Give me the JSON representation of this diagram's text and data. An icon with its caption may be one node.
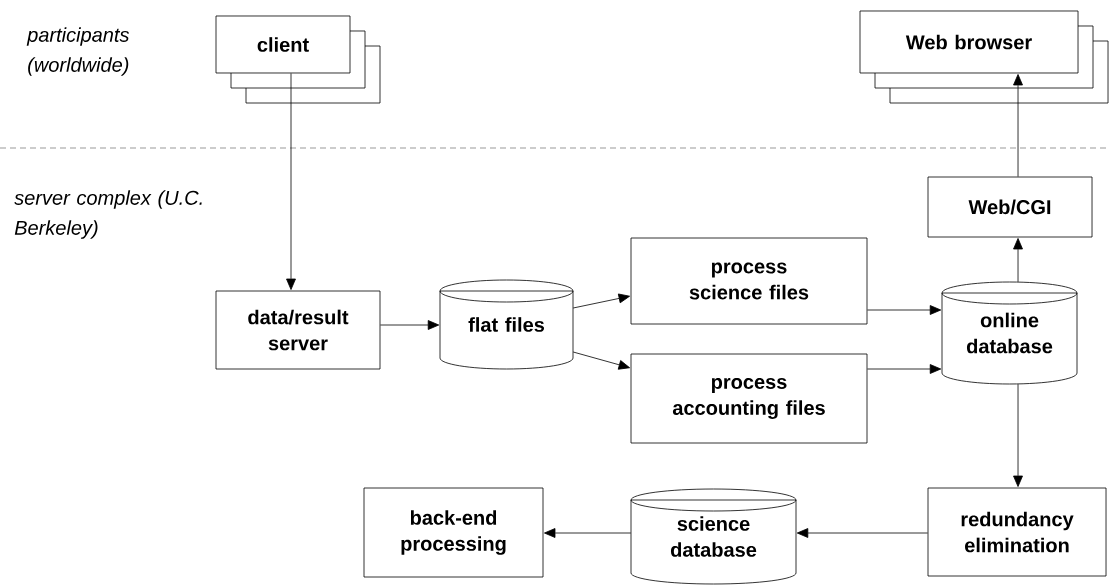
{
  "diagram": {
    "nodes": [
      {
        "text": [
          "client"
        ]
      },
      {
        "text": [
          "Web browser"
        ]
      },
      {
        "text": [
          "Web/CGI"
        ]
      },
      {
        "text": [
          "data/result server"
        ]
      },
      {
        "text": [
          "flat files"
        ]
      },
      {
        "text": [
          "process science files"
        ]
      },
      {
        "text": [
          "process accounting files"
        ]
      },
      {
        "text": [
          "online database"
        ]
      },
      {
        "text": [
          "redundancy elimination"
        ]
      },
      {
        "text": [
          "science database"
        ]
      },
      {
        "text": [
          "back-end processing"
        ]
      }
    ],
    "edges": [
      {
        "from": 0,
        "to": 3,
        "arrow": "to"
      },
      {
        "from": 3,
        "to": 4,
        "arrow": "to"
      },
      {
        "from": 4,
        "to": 5,
        "arrow": "to"
      },
      {
        "from": 4,
        "to": 6,
        "arrow": "to"
      },
      {
        "from": 5,
        "to": 7,
        "arrow": "to"
      },
      {
        "from": 6,
        "to": 7,
        "arrow": "to"
      },
      {
        "from": 7,
        "to": 2,
        "arrow": "to"
      },
      {
        "from": 2,
        "to": 1,
        "arrow": "to"
      },
      {
        "from": 7,
        "to": 8,
        "arrow": "to"
      },
      {
        "from": 8,
        "to": 9,
        "arrow": "to"
      },
      {
        "from": 9,
        "to": 10,
        "arrow": "to"
      }
    ],
    "labels": [
      "participants (worldwide)",
      "server complex (U.C. Berkeley)"
    ]
  }
}
